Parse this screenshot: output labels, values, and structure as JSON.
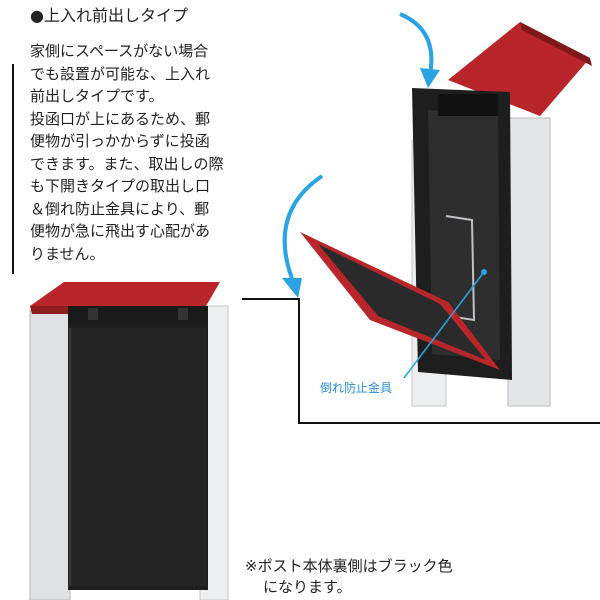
{
  "heading": "●上入れ前出しタイプ",
  "description": [
    "家側にスペースがない場合",
    "でも設置が可能な、上入れ",
    "前出しタイプです。",
    "投函口が上にあるため、郵",
    "便物が引っかからずに投函",
    "できます。また、取出しの際",
    "も下開きタイプの取出し口",
    "＆倒れ防止金具により、郵",
    "便物が急に飛出す心配があ",
    "りません。"
  ],
  "callout_label": "倒れ防止金具",
  "note": [
    "※ポスト本体裏側はブラック色",
    "になります。"
  ],
  "colors": {
    "lid_red": "#b8262a",
    "body_black": "#1e1e1e",
    "frame_silver": "#dfe1e4",
    "arrow_blue": "#29a3e3"
  },
  "icons": [
    "arrow-curve-down-icon",
    "arrow-curve-open-icon"
  ]
}
